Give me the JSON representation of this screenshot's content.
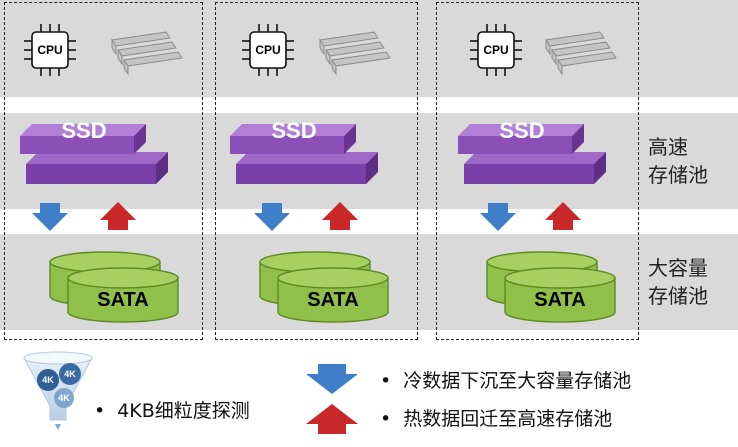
{
  "diagram": {
    "nodes": [
      {
        "cpu_label": "CPU",
        "ssd_label": "SSD",
        "sata_label": "SATA"
      },
      {
        "cpu_label": "CPU",
        "ssd_label": "SSD",
        "sata_label": "SATA"
      },
      {
        "cpu_label": "CPU",
        "ssd_label": "SSD",
        "sata_label": "SATA"
      }
    ],
    "tiers": {
      "fast": [
        "高速",
        "存储池"
      ],
      "capacity": [
        "大容量",
        "存储池"
      ]
    }
  },
  "legend": {
    "probe_icon_labels": [
      "4K",
      "4K",
      "4K"
    ],
    "probe_text": "4KB细粒度探测",
    "cold_text": "冷数据下沉至大容量存储池",
    "hot_text": "热数据回迁至高速存储池",
    "bullet": "•"
  },
  "colors": {
    "band": "#d9d9d9",
    "ssd_top": "#9f68c6",
    "ssd_front": "#7a3fa8",
    "sata_fill": "#8fc04a",
    "sata_stroke": "#5d8a22",
    "down_arrow": "#3f7fc8",
    "up_arrow": "#c8282a"
  }
}
